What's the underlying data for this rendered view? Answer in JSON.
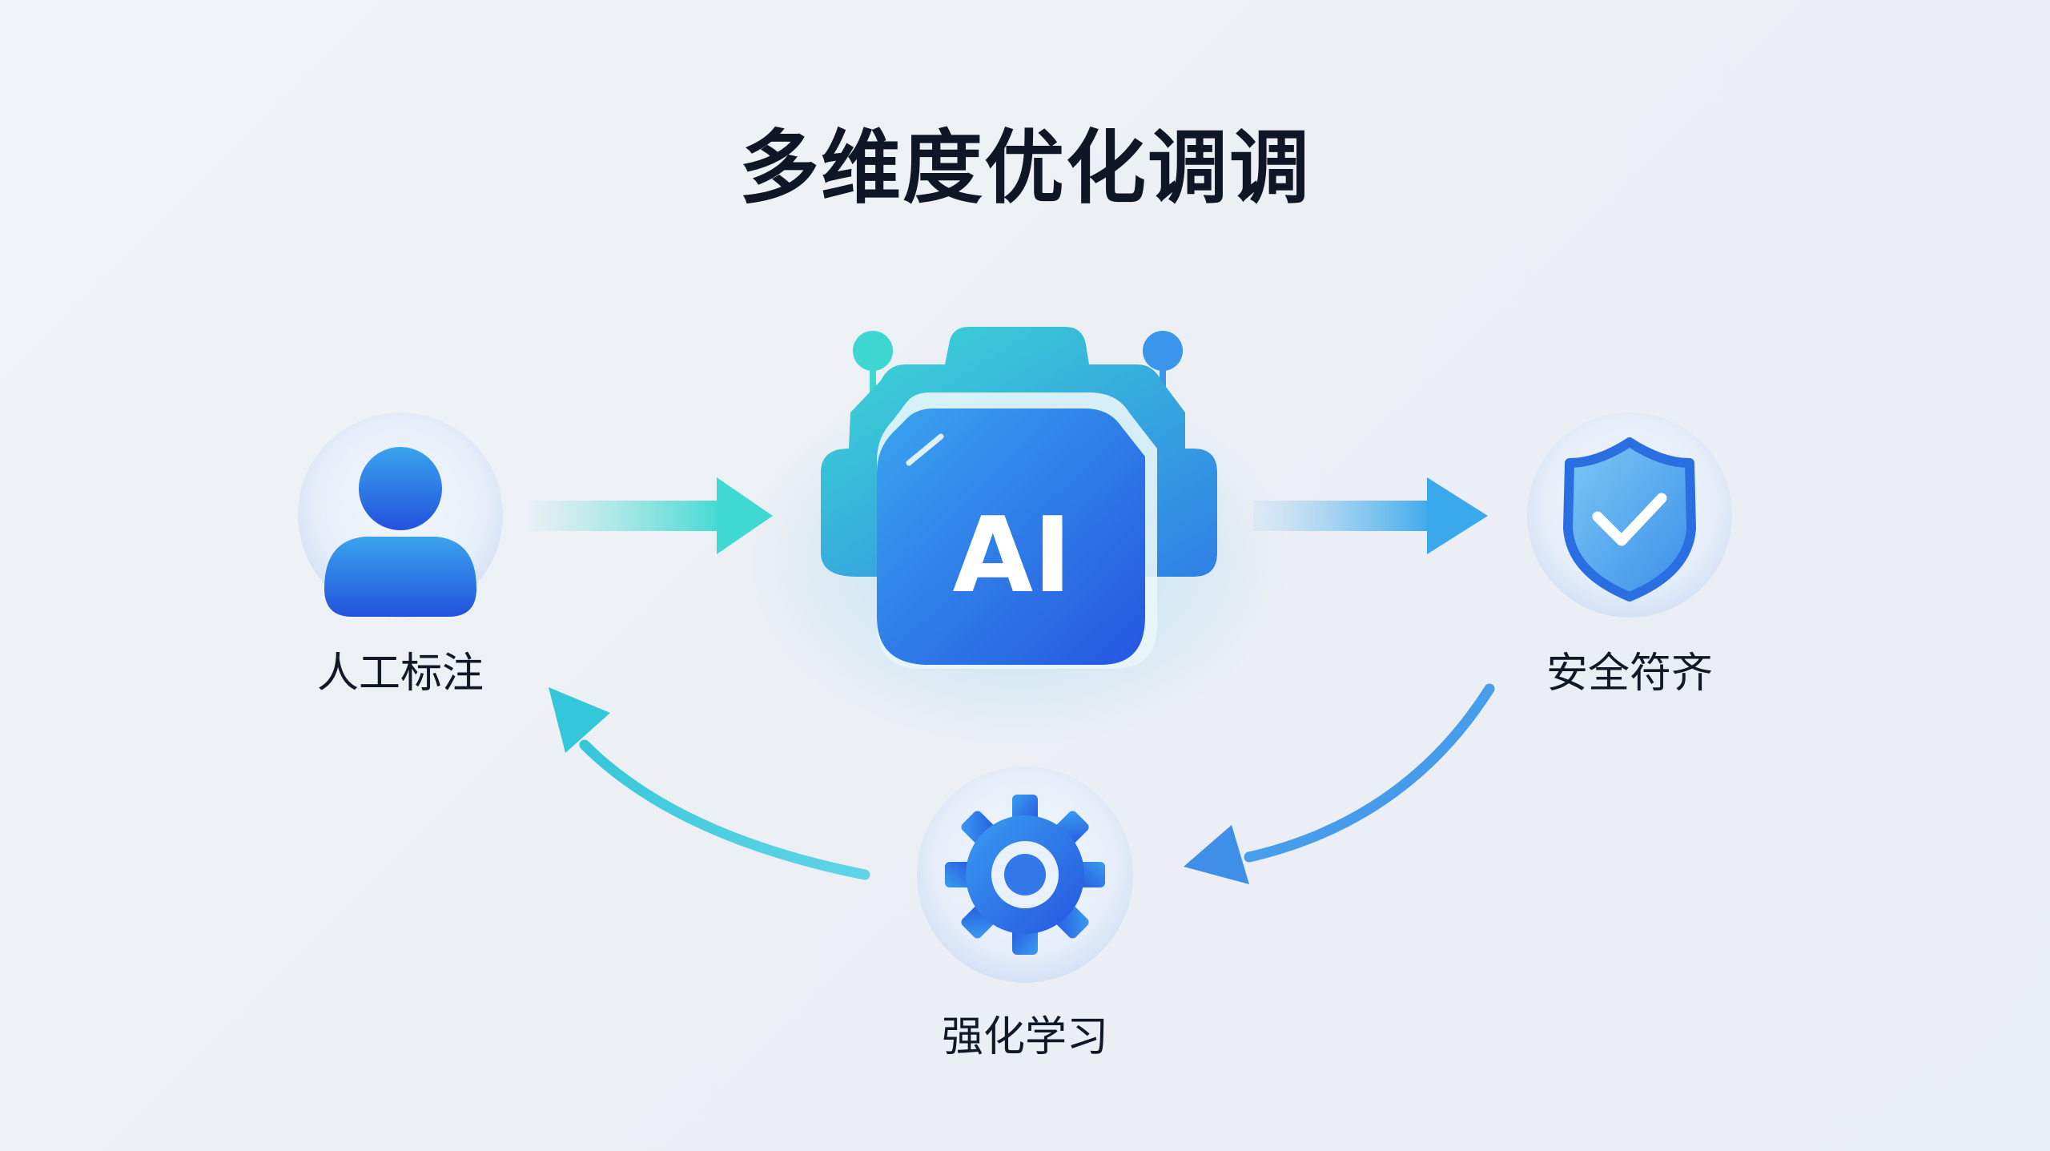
{
  "title": "多维度优化调调",
  "center": {
    "text": "AI",
    "icon": "robot-ai-icon"
  },
  "nodes": {
    "annotation": {
      "label": "人工标注",
      "icon": "user-icon"
    },
    "safety": {
      "label": "安全符齐",
      "icon": "shield-check-icon"
    },
    "rl": {
      "label": "强化学习",
      "icon": "gear-icon"
    }
  },
  "colors": {
    "teal": "#3fd8d2",
    "blue": "#2563eb",
    "light_blue": "#5aa9ec",
    "title": "#0f1726",
    "label": "#111827"
  }
}
